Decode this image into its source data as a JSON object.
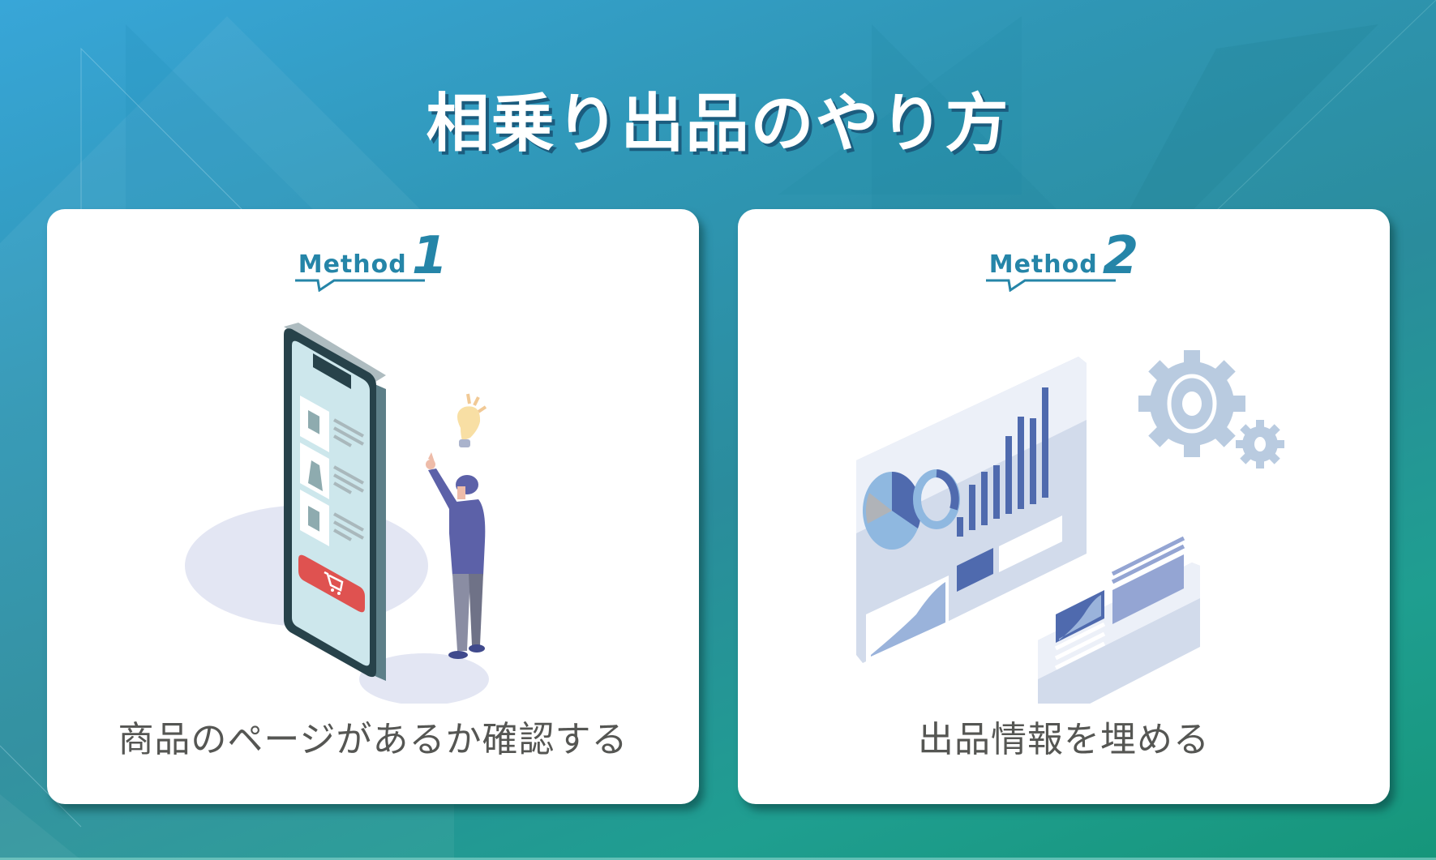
{
  "title": "相乗り出品のやり方",
  "colors": {
    "accent": "#2585a8",
    "title_shadow": "#1b5c7e",
    "caption": "#555653",
    "bg_start": "#38a6d8",
    "bg_end": "#16967a"
  },
  "cards": [
    {
      "method_label": "Method",
      "method_number": "1",
      "illustration": "smartphone-shopping-person-icon",
      "caption": "商品のページがあるか確認する"
    },
    {
      "method_label": "Method",
      "method_number": "2",
      "illustration": "dashboard-gears-icon",
      "caption": "出品情報を埋める"
    }
  ]
}
